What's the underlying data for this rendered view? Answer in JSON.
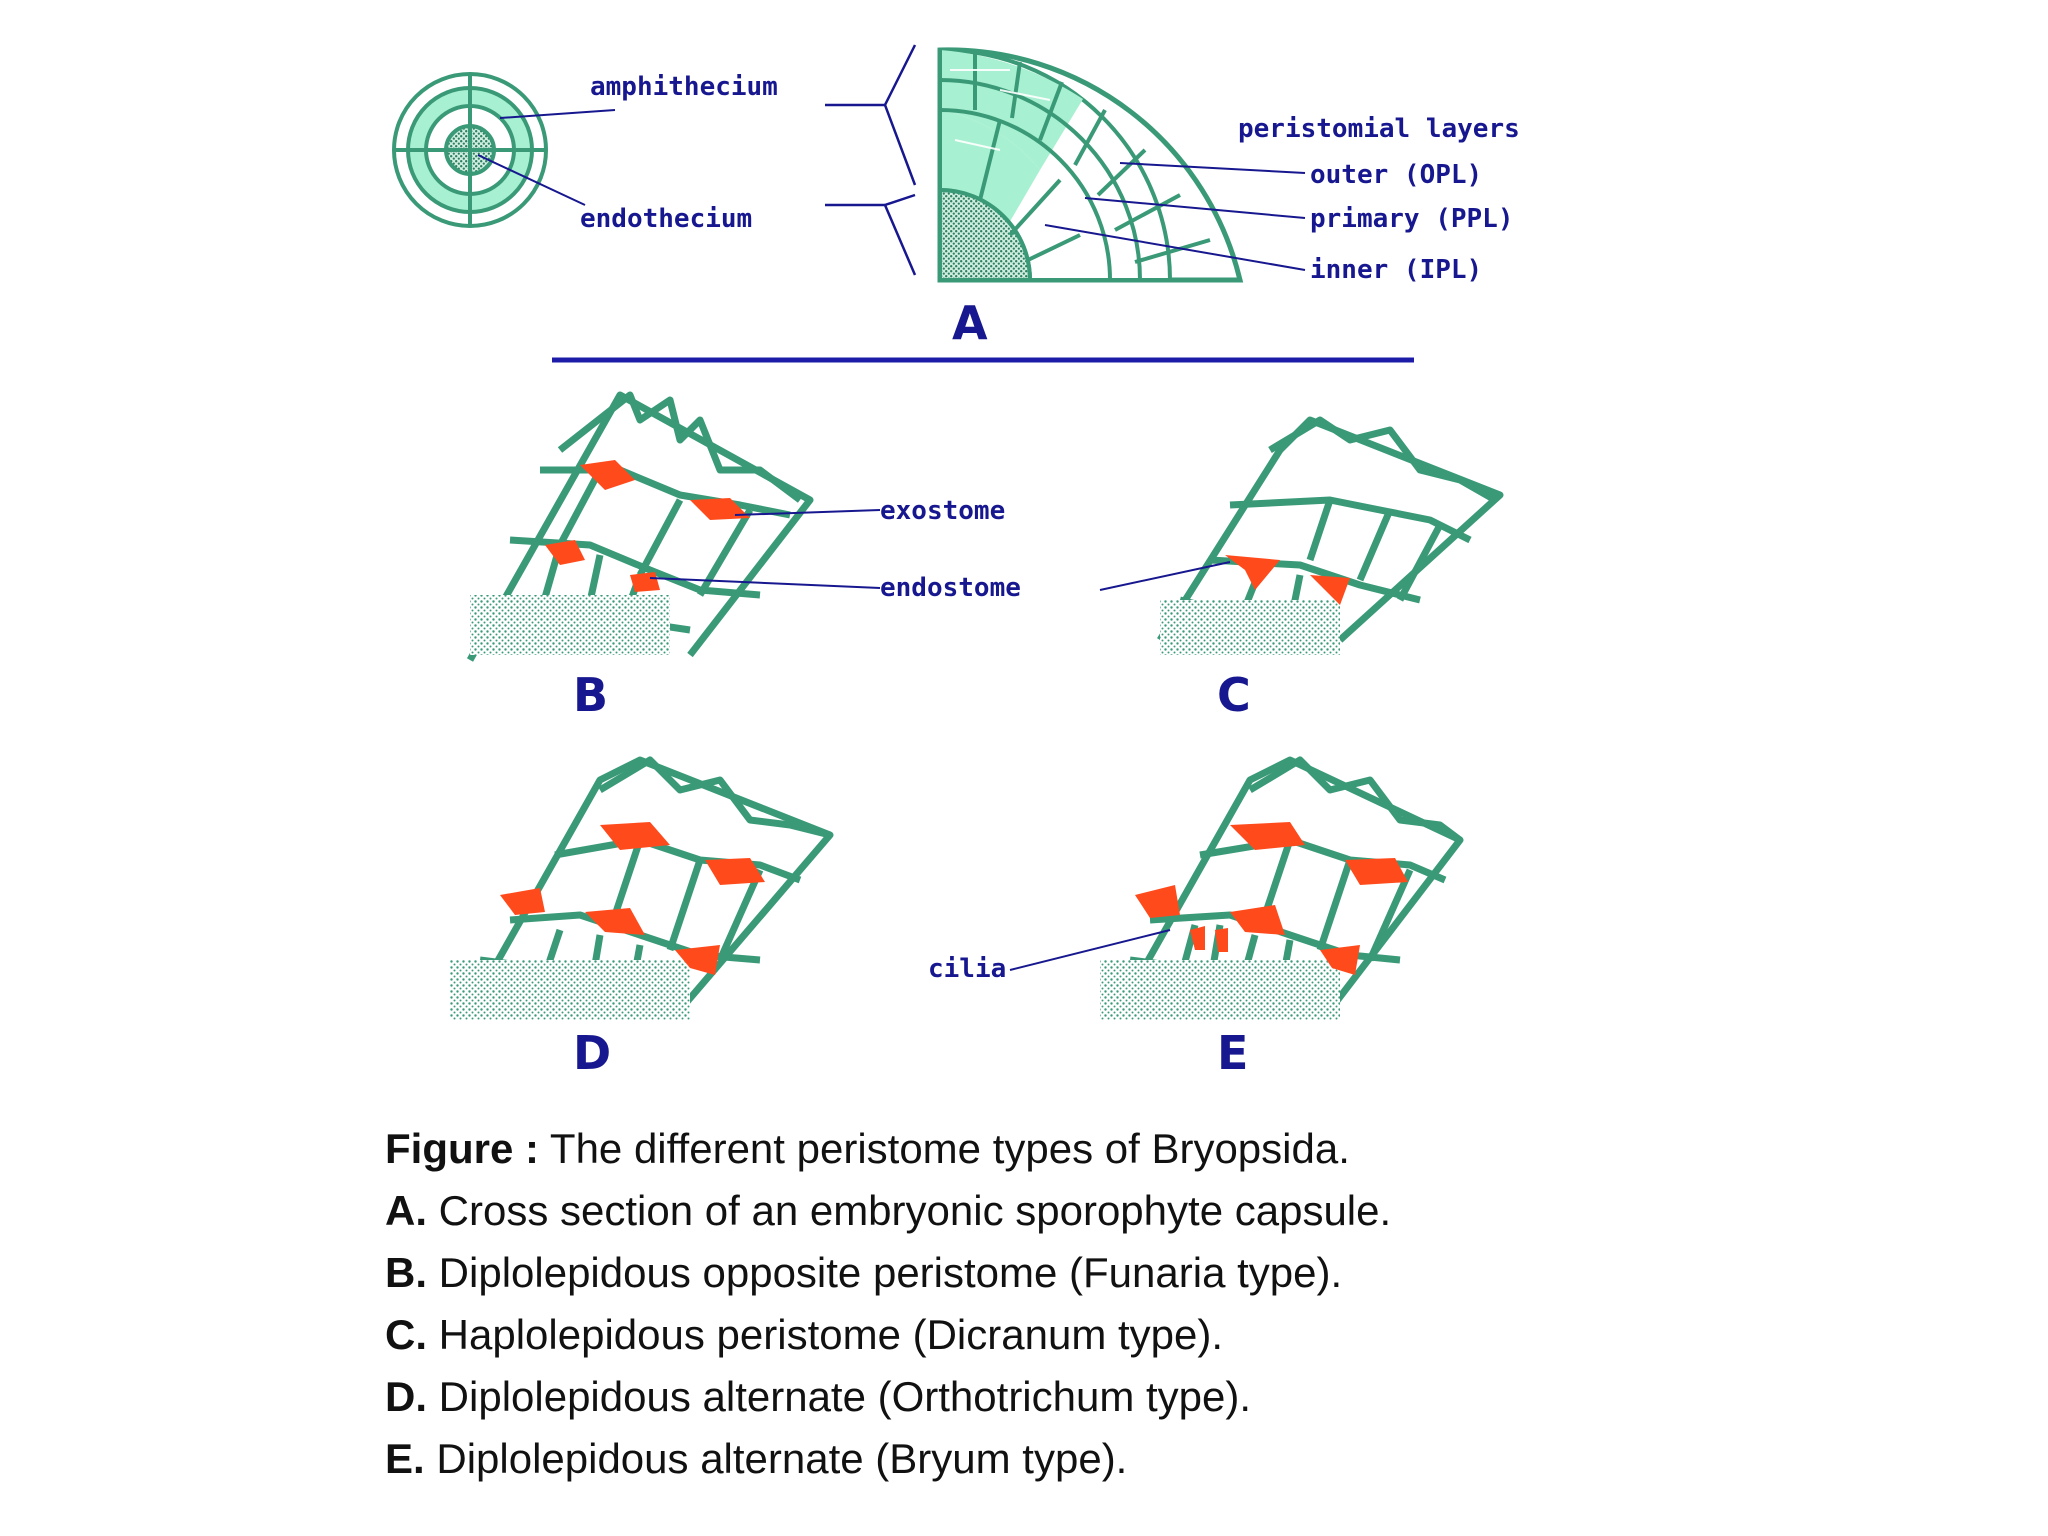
{
  "labels": {
    "amphithecium": "amphithecium",
    "endothecium": "endothecium",
    "peristomial_layers": "peristomial layers",
    "outer": "outer (OPL)",
    "primary": "primary (PPL)",
    "inner": "inner (IPL)",
    "exostome": "exostome",
    "endostome": "endostome",
    "cilia": "cilia"
  },
  "panels": {
    "a": "A",
    "b": "B",
    "c": "C",
    "d": "D",
    "e": "E"
  },
  "caption": {
    "title_bold": "Figure :",
    "title_text": " The different peristome types of Bryopsida.",
    "items": [
      {
        "key": "A.",
        "text": " Cross section of an embryonic sporophyte capsule."
      },
      {
        "key": "B.",
        "text": " Diplolepidous opposite peristome (Funaria type)."
      },
      {
        "key": "C.",
        "text": " Haplolepidous peristome (Dicranum type)."
      },
      {
        "key": "D.",
        "text": " Diplolepidous alternate (Orthotrichum type)."
      },
      {
        "key": "E.",
        "text": " Diplolepidous alternate (Bryum type)."
      }
    ]
  },
  "colors": {
    "cell_wall": "#3a9a78",
    "cell_fill": "#a8f0d2",
    "peristome": "#ff4a1c",
    "label": "#17178f",
    "divider": "#1c1ca8"
  }
}
